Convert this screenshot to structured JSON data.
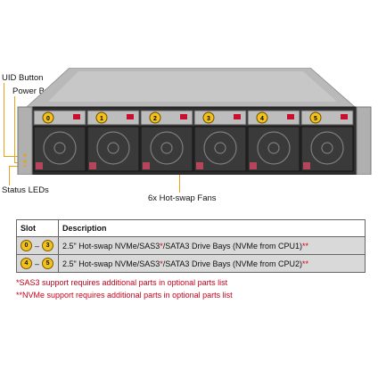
{
  "callouts": {
    "uid_button": "UID Button",
    "power_button": "Power Button",
    "status_leds": "Status LEDs",
    "fans": "6x Hot-swap Fans"
  },
  "bay_numbers": [
    "0",
    "1",
    "2",
    "3",
    "4",
    "5"
  ],
  "table": {
    "headers": [
      "Slot",
      "Description"
    ],
    "rows": [
      {
        "from": "0",
        "to": "3",
        "desc": "2.5\" Hot-swap NVMe/SAS3",
        "star1": "*",
        "mid": "/SATA3 Drive Bays (NVMe from CPU1)",
        "star2": "**"
      },
      {
        "from": "4",
        "to": "5",
        "desc": "2.5\" Hot-swap NVMe/SAS3",
        "star1": "*",
        "mid": "/SATA3 Drive Bays (NVMe from CPU2)",
        "star2": "**"
      }
    ],
    "dash": "–"
  },
  "notes": [
    "*SAS3 support requires additional parts in optional parts list",
    "**NVMe support requires additional parts in optional parts list"
  ],
  "colors": {
    "accent": "#f2c21b",
    "note_red": "#c4001a",
    "row_bg": "#d9d9d9"
  }
}
